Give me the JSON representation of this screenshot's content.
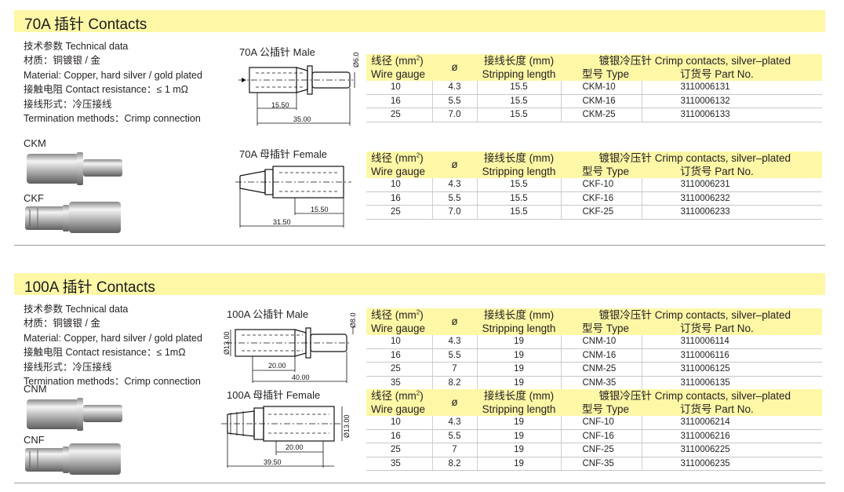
{
  "sections": [
    {
      "title": "70A 插针 Contacts",
      "tech": [
        "技术参数 Technical data",
        "材质：铜镀银 / 金",
        "Material: Copper, hard silver / gold plated",
        "接触电阻 Contact resistance：≤ 1 mΩ",
        "接线形式：冷压接线",
        "Termination methods：Crimp connection"
      ],
      "photo_labels": [
        "CKM",
        "CKF"
      ],
      "male_label": "70A 公插针  Male",
      "female_label": "70A 母插针  Female",
      "male_dims": [
        "15.50",
        "35.00",
        "Ø6.00"
      ],
      "female_dims": [
        "15.50",
        "31.50"
      ],
      "tables": [
        {
          "header": {
            "r1": [
              "线径 (mm²)",
              "ø",
              "接线长度 (mm)",
              "镀银冷压针 Crimp contacts, silver–plated"
            ],
            "r2": [
              "Wire gauge",
              "Stripping length",
              "型号 Type",
              "订货号 Part No."
            ]
          },
          "rows": [
            [
              "10",
              "4.3",
              "15.5",
              "CKM-10",
              "3110006131"
            ],
            [
              "16",
              "5.5",
              "15.5",
              "CKM-16",
              "3110006132"
            ],
            [
              "25",
              "7.0",
              "15.5",
              "CKM-25",
              "3110006133"
            ]
          ]
        },
        {
          "header": {
            "r1": [
              "线径 (mm²)",
              "ø",
              "接线长度 (mm)",
              "镀银冷压针 Crimp contacts, silver–plated"
            ],
            "r2": [
              "Wire gauge",
              "Stripping length",
              "型号 Type",
              "订货号 Part No."
            ]
          },
          "rows": [
            [
              "10",
              "4.3",
              "15.5",
              "CKF-10",
              "3110006231"
            ],
            [
              "16",
              "5.5",
              "15.5",
              "CKF-16",
              "3110006232"
            ],
            [
              "25",
              "7.0",
              "15.5",
              "CKF-25",
              "3110006233"
            ]
          ]
        }
      ]
    },
    {
      "title": "100A 插针 Contacts",
      "tech": [
        "技术参数 Technical data",
        "材质：铜镀银 / 金",
        "Material: Copper, hard silver / gold plated",
        "接触电阻 Contact resistance：≤ 1mΩ",
        "接线形式：冷压接线",
        "Termination methods：Crimp connection"
      ],
      "photo_labels": [
        "CNM",
        "CNF"
      ],
      "male_label": "100A 公插针  Male",
      "female_label": "100A 母插针  Female",
      "male_dims": [
        "20.00",
        "40.00",
        "Ø13.00",
        "Ø8.00"
      ],
      "female_dims": [
        "20.00",
        "39.50",
        "Ø13.00"
      ],
      "tables": [
        {
          "header": {
            "r1": [
              "线径 (mm²)",
              "ø",
              "接线长度 (mm)",
              "镀银冷压针 Crimp contacts, silver–plated"
            ],
            "r2": [
              "Wire gauge",
              "Stripping length",
              "型号 Type",
              "订货号 Part No."
            ]
          },
          "rows": [
            [
              "10",
              "4.3",
              "19",
              "CNM-10",
              "3110006114"
            ],
            [
              "16",
              "5.5",
              "19",
              "CNM-16",
              "3110006116"
            ],
            [
              "25",
              "7",
              "19",
              "CNM-25",
              "3110006125"
            ],
            [
              "35",
              "8.2",
              "19",
              "CNM-35",
              "3110006135"
            ]
          ]
        },
        {
          "header": {
            "r1": [
              "线径 (mm²)",
              "ø",
              "接线长度 (mm)",
              "镀银冷压针 Crimp contacts, silver–plated"
            ],
            "r2": [
              "Wire gauge",
              "Stripping length",
              "型号 Type",
              "订货号 Part No."
            ]
          },
          "rows": [
            [
              "10",
              "4.3",
              "19",
              "CNF-10",
              "3110006214"
            ],
            [
              "16",
              "5.5",
              "19",
              "CNF-16",
              "3110006216"
            ],
            [
              "25",
              "7",
              "19",
              "CNF-25",
              "3110006225"
            ],
            [
              "35",
              "8.2",
              "19",
              "CNF-35",
              "3110006235"
            ]
          ]
        }
      ]
    }
  ],
  "colors": {
    "header_bg": "#fdf7a6",
    "rule": "#9a9a9a",
    "text": "#231f20"
  }
}
